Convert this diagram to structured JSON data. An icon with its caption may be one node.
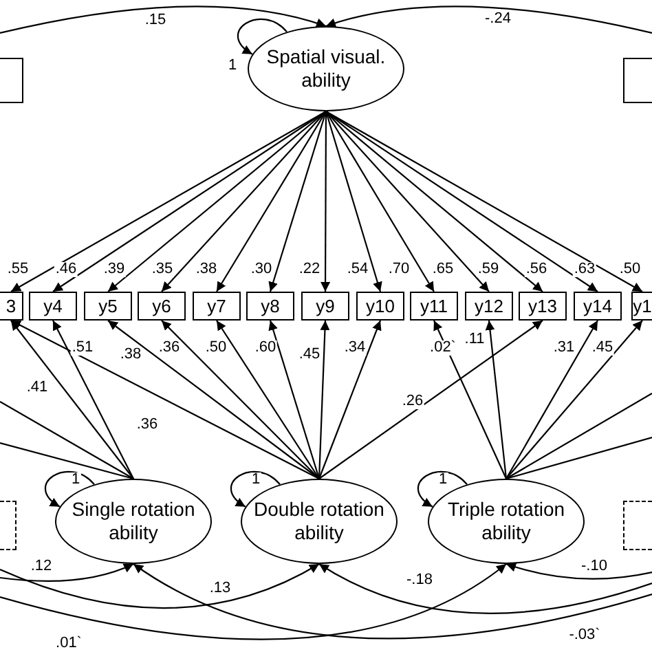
{
  "diagram": {
    "nodes": [
      {
        "text": [
          "Spatial visual. ability"
        ]
      },
      {
        "text": [],
        "shape": "box"
      },
      {
        "text": [],
        "shape": "box"
      },
      {
        "text": [
          "3"
        ]
      },
      {
        "text": [
          "y4"
        ]
      },
      {
        "text": [
          "y5"
        ]
      },
      {
        "text": [
          "y6"
        ]
      },
      {
        "text": [
          "y7"
        ]
      },
      {
        "text": [
          "y8"
        ]
      },
      {
        "text": [
          "y9"
        ]
      },
      {
        "text": [
          "y10"
        ]
      },
      {
        "text": [
          "y11"
        ]
      },
      {
        "text": [
          "y12"
        ]
      },
      {
        "text": [
          "y13"
        ]
      },
      {
        "text": [
          "y14"
        ]
      },
      {
        "text": [
          "y1"
        ]
      },
      {
        "text": [
          "Single rotation ability"
        ]
      },
      {
        "text": [
          "Double rotation ability"
        ]
      },
      {
        "text": [
          "Triple rotation ability"
        ]
      },
      {
        "text": [],
        "shape": "box"
      },
      {
        "text": [],
        "shape": "box"
      }
    ],
    "edges": [
      {
        "from": null,
        "to": 0,
        "arrow": "to",
        "label": ".15"
      },
      {
        "from": null,
        "to": 0,
        "arrow": "to",
        "label": "-.24"
      },
      {
        "from": 0,
        "to": 0,
        "arrow": "to",
        "label": "1"
      },
      {
        "from": 0,
        "to": 3,
        "arrow": "to",
        "label": ".55"
      },
      {
        "from": 0,
        "to": 4,
        "arrow": "to",
        "label": ".46"
      },
      {
        "from": 0,
        "to": 5,
        "arrow": "to",
        "label": ".39"
      },
      {
        "from": 0,
        "to": 6,
        "arrow": "to",
        "label": ".35"
      },
      {
        "from": 0,
        "to": 7,
        "arrow": "to",
        "label": ".38"
      },
      {
        "from": 0,
        "to": 8,
        "arrow": "to",
        "label": ".30"
      },
      {
        "from": 0,
        "to": 9,
        "arrow": "to",
        "label": ".22"
      },
      {
        "from": 0,
        "to": 10,
        "arrow": "to",
        "label": ".54"
      },
      {
        "from": 0,
        "to": 11,
        "arrow": "to",
        "label": ".70"
      },
      {
        "from": 0,
        "to": 12,
        "arrow": "to",
        "label": ".65"
      },
      {
        "from": 0,
        "to": 13,
        "arrow": "to",
        "label": ".59"
      },
      {
        "from": 0,
        "to": 14,
        "arrow": "to",
        "label": ".56"
      },
      {
        "from": 0,
        "to": 15,
        "arrow": "to",
        "label": ".63"
      },
      {
        "from": 16,
        "to": 16,
        "arrow": "to",
        "label": "1"
      },
      {
        "from": 17,
        "to": 17,
        "arrow": "to",
        "label": "1"
      },
      {
        "from": 18,
        "to": 18,
        "arrow": "to",
        "label": "1"
      },
      {
        "from": 16,
        "to": 3,
        "arrow": "to",
        "label": ".41"
      },
      {
        "from": 16,
        "to": 4,
        "arrow": "to",
        "label": ".51"
      },
      {
        "from": 16,
        "to": null,
        "arrow": "none"
      },
      {
        "from": 16,
        "to": null,
        "arrow": "none"
      },
      {
        "from": 17,
        "to": 3,
        "arrow": "to",
        "label": ".36"
      },
      {
        "from": 17,
        "to": 5,
        "arrow": "to",
        "label": ".38"
      },
      {
        "from": 17,
        "to": 6,
        "arrow": "to",
        "label": ".36"
      },
      {
        "from": 17,
        "to": 7,
        "arrow": "to",
        "label": ".50"
      },
      {
        "from": 17,
        "to": 8,
        "arrow": "to",
        "label": ".60"
      },
      {
        "from": 17,
        "to": 9,
        "arrow": "to",
        "label": ".45"
      },
      {
        "from": 17,
        "to": 10,
        "arrow": "to",
        "label": ".34"
      },
      {
        "from": 17,
        "to": 13,
        "arrow": "to",
        "label": ".26"
      },
      {
        "from": 18,
        "to": 11,
        "arrow": "to",
        "label": ".02`"
      },
      {
        "from": 18,
        "to": 12,
        "arrow": "to",
        "label": ".11"
      },
      {
        "from": 18,
        "to": 14,
        "arrow": "to",
        "label": ".31"
      },
      {
        "from": 18,
        "to": 15,
        "arrow": "to",
        "label": ".45"
      },
      {
        "from": 18,
        "to": null,
        "arrow": "none"
      },
      {
        "from": 18,
        "to": null,
        "arrow": "none"
      },
      {
        "from": null,
        "to": 16,
        "arrow": "to",
        "label": ".12"
      },
      {
        "from": null,
        "to": 17,
        "arrow": "to",
        "label": ".13"
      },
      {
        "from": null,
        "to": 17,
        "arrow": "to",
        "label": "-.18"
      },
      {
        "from": null,
        "to": 18,
        "arrow": "to",
        "label": "-.10"
      },
      {
        "from": null,
        "to": 18,
        "arrow": "to",
        "label": ".01`"
      },
      {
        "from": null,
        "to": 16,
        "arrow": "to",
        "label": "-.03`"
      }
    ],
    "labels": [
      ".50"
    ]
  }
}
